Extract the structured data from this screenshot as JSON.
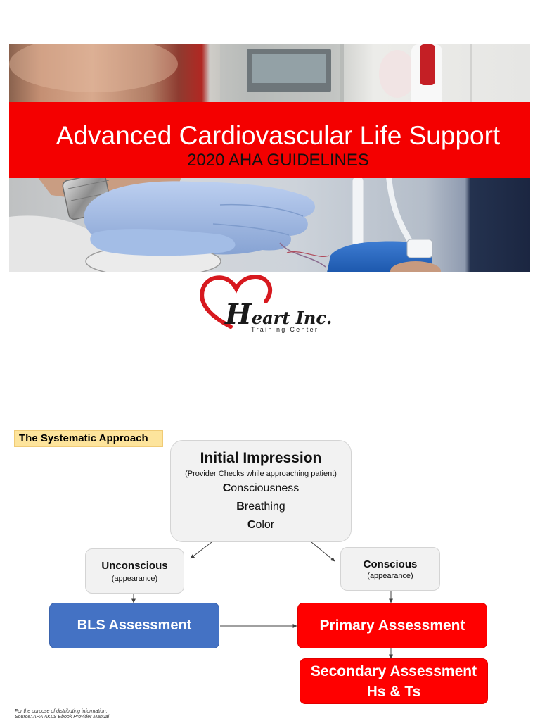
{
  "banner": {
    "title": "Advanced Cardiovascular Life Support",
    "subtitle": "2020 AHA GUIDELINES"
  },
  "logo": {
    "name": "Heart Inc.",
    "tagline": "Training Center"
  },
  "diagram": {
    "section_label": "The Systematic Approach",
    "initial_impression": {
      "title": "Initial Impression",
      "note": "(Provider Checks while approaching patient)",
      "items": [
        {
          "initial": "C",
          "rest": "onsciousness"
        },
        {
          "initial": "B",
          "rest": "reathing"
        },
        {
          "initial": "C",
          "rest": "olor"
        }
      ]
    },
    "unconscious": {
      "title": "Unconscious",
      "note": "(appearance)"
    },
    "conscious": {
      "title": "Conscious",
      "note": "(appearance)"
    },
    "bls_assessment": "BLS Assessment",
    "primary_assessment": "Primary Assessment",
    "secondary_assessment": {
      "line1": "Secondary Assessment",
      "line2": "Hs & Ts"
    }
  },
  "footer": {
    "line1": "For the purpose of distributing information.",
    "line2": "Source: AHA AKLS Ebook Provider Manual"
  },
  "colors": {
    "banner_red": "#f40000",
    "section_label_bg": "#fde49c",
    "node_gray": "#f2f2f2",
    "bls_blue": "#4472c4",
    "assessment_red": "#ff0000",
    "logo_red": "#d7191f"
  }
}
